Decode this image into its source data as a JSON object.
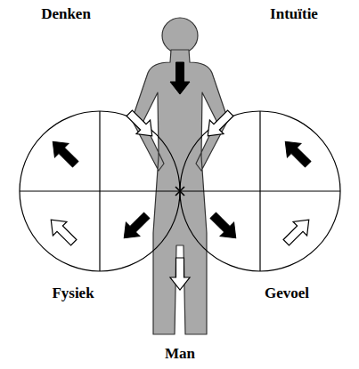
{
  "diagram": {
    "labels": [
      "Denken",
      "Intuïtie",
      "Fysiek",
      "Gevoel",
      "Man"
    ]
  }
}
